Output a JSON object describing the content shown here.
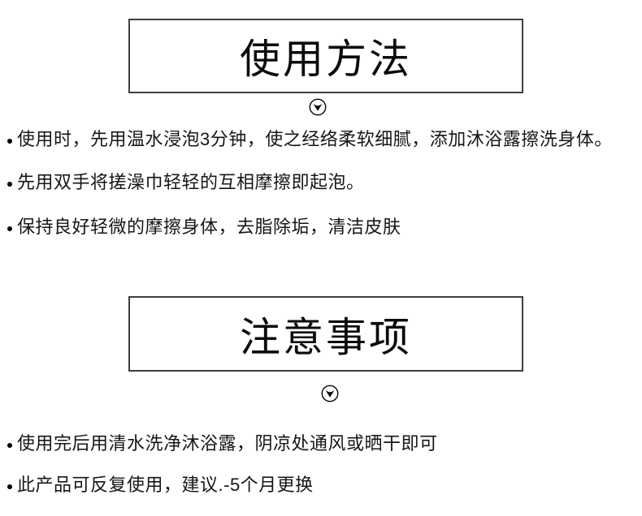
{
  "page": {
    "background_color": "#ffffff",
    "box_border_color": "#3f3f3f",
    "text_color": "#161616"
  },
  "sections": [
    {
      "title": "使用方法",
      "arrow_icon": "circled-down-arrow",
      "bullets": [
        "使用时，先用温水浸泡3分钟，使之经络柔软细腻，添加沐浴露擦洗身体。",
        "先用双手将搓澡巾轻轻的互相摩擦即起泡。",
        "保持良好轻微的摩擦身体，去脂除垢，清洁皮肤"
      ]
    },
    {
      "title": "注意事项",
      "arrow_icon": "circled-down-arrow",
      "bullets": [
        "使用完后用清水洗净沐浴露，阴凉处通风或晒干即可",
        "此产品可反复使用，建议.-5个月更换"
      ]
    }
  ]
}
